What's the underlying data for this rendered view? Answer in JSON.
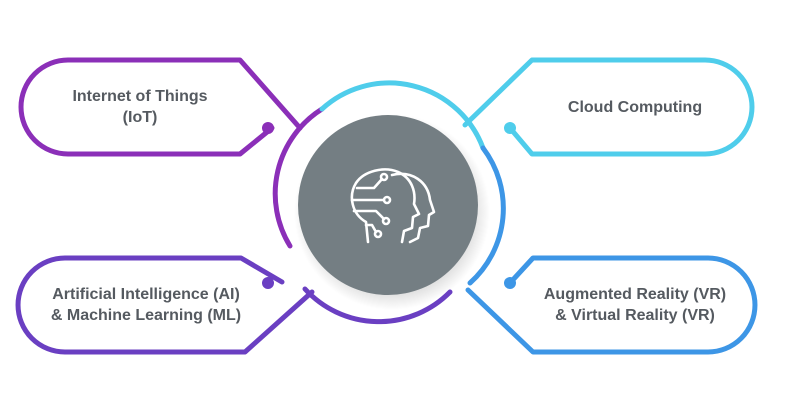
{
  "center_icon": "ai-heads-circuit-icon",
  "colors": {
    "purple": "#8b2fb8",
    "violet": "#6a3fc2",
    "cyan": "#4fcdeb",
    "blue": "#3d96e6",
    "center_fill": "#747e83",
    "text": "#555a60"
  },
  "items": [
    {
      "line1": "Internet of Things",
      "line2": "(IoT)"
    },
    {
      "line1": "Cloud Computing",
      "line2": ""
    },
    {
      "line1": "Artificial Intelligence (AI)",
      "line2": "& Machine Learning (ML)"
    },
    {
      "line1": "Augmented Reality (VR)",
      "line2": "& Virtual Reality (VR)"
    }
  ]
}
